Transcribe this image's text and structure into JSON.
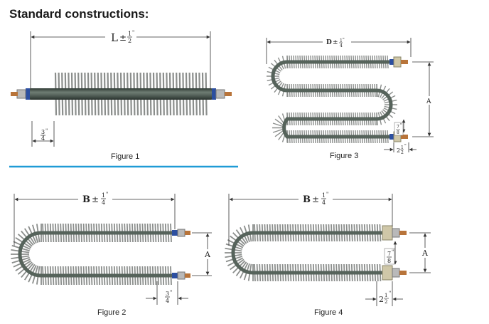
{
  "page": {
    "heading": "Standard constructions:"
  },
  "colors": {
    "fin": "#8b8e8c",
    "tube": "#4f5c55",
    "copper": "#b8743a",
    "insulator": "#2c4fa0",
    "divider": "#1f9bd6"
  },
  "figures": [
    {
      "id": "figure1",
      "caption": "Figure 1",
      "length_symbol": "L",
      "length_tolerance": "±",
      "tol_num": "1",
      "tol_den": "2",
      "tol_unit": "\"",
      "fin_pitch_num": "3",
      "fin_pitch_den": "4",
      "fin_pitch_unit": "\""
    },
    {
      "id": "figure2",
      "caption": "Figure 2",
      "length_symbol": "B",
      "length_tolerance": "±",
      "tol_num": "1",
      "tol_den": "4",
      "tol_unit": "\"",
      "spacing_symbol": "A",
      "end_num": "3",
      "end_den": "4",
      "end_unit": "\""
    },
    {
      "id": "figure3",
      "caption": "Figure 3",
      "length_symbol": "D",
      "length_tolerance": "±",
      "tol_num": "1",
      "tol_den": "4",
      "tol_unit": "\"",
      "spacing_symbol": "A",
      "gap_num": "7",
      "gap_den": "8",
      "gap_unit": "\"",
      "end_whole": "2",
      "end_num": "1",
      "end_den": "2",
      "end_unit": "\""
    },
    {
      "id": "figure4",
      "caption": "Figure 4",
      "length_symbol": "B",
      "length_tolerance": "±",
      "tol_num": "1",
      "tol_den": "4",
      "tol_unit": "\"",
      "spacing_symbol": "A",
      "gap_num": "7",
      "gap_den": "8",
      "gap_unit": "\"",
      "end_whole": "2",
      "end_num": "1",
      "end_den": "2",
      "end_unit": "\""
    }
  ]
}
